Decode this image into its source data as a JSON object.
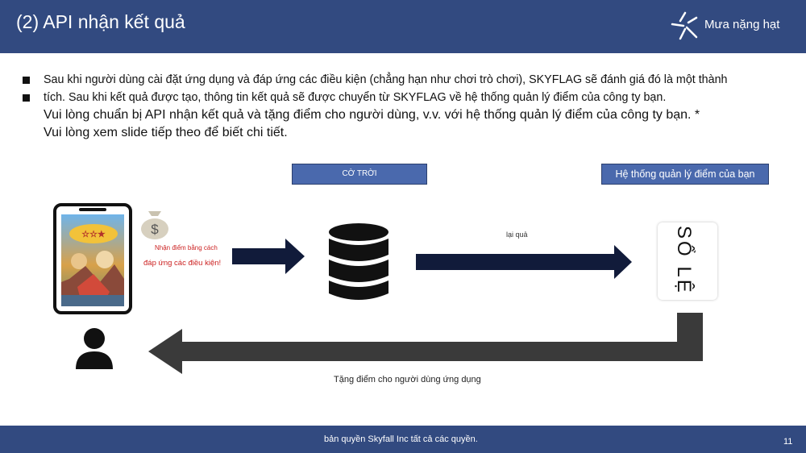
{
  "header": {
    "title": "(2) API nhận kết quả",
    "brand_name": "Mưa nặng hạt",
    "logo": "sparkle-logo-icon"
  },
  "bullets": [
    "Sau khi người dùng cài đặt ứng dụng và đáp ứng các điều kiện (chẳng hạn như chơi trò chơi), SKYFLAG sẽ đánh giá đó là một thành",
    "tích. Sau khi kết quả được tạo, thông tin kết quả sẽ được chuyển từ SKYFLAG về hệ thống quản lý điểm của công ty bạn."
  ],
  "sub_lines": [
    "Vui lòng chuẩn bị API nhận kết quả và tặng điểm cho người dùng, v.v. với hệ thống quản lý điểm của công ty bạn. *",
    "Vui lòng xem slide tiếp theo để biết chi tiết."
  ],
  "diagram": {
    "cloud_label": "CỜ TRỜI",
    "system_label": "Hệ thống quản lý điểm của bạn",
    "points_caption_1": "Nhận điểm bằng cách",
    "points_caption_2": "đáp ứng các điều kiện!",
    "result_label": "lại quả",
    "ledger_text": "SỔ LỆ",
    "give_points_label": "Tặng điểm cho người dùng ứng dụng",
    "icons": [
      "phone-game-icon",
      "money-bag-icon",
      "database-icon",
      "ledger-icon",
      "user-icon",
      "arrow-right-icon",
      "arrow-left-icon"
    ],
    "colors": {
      "arrow_dark": "#111b3a",
      "arrow_gray": "#3a3a3a",
      "box_blue": "#4a69ad",
      "header_blue": "#324a80",
      "caption_red": "#cc2222"
    }
  },
  "footer": {
    "copyright": "bản quyền Skyfall Inc tất cả các quyền.",
    "page_number": "11"
  }
}
